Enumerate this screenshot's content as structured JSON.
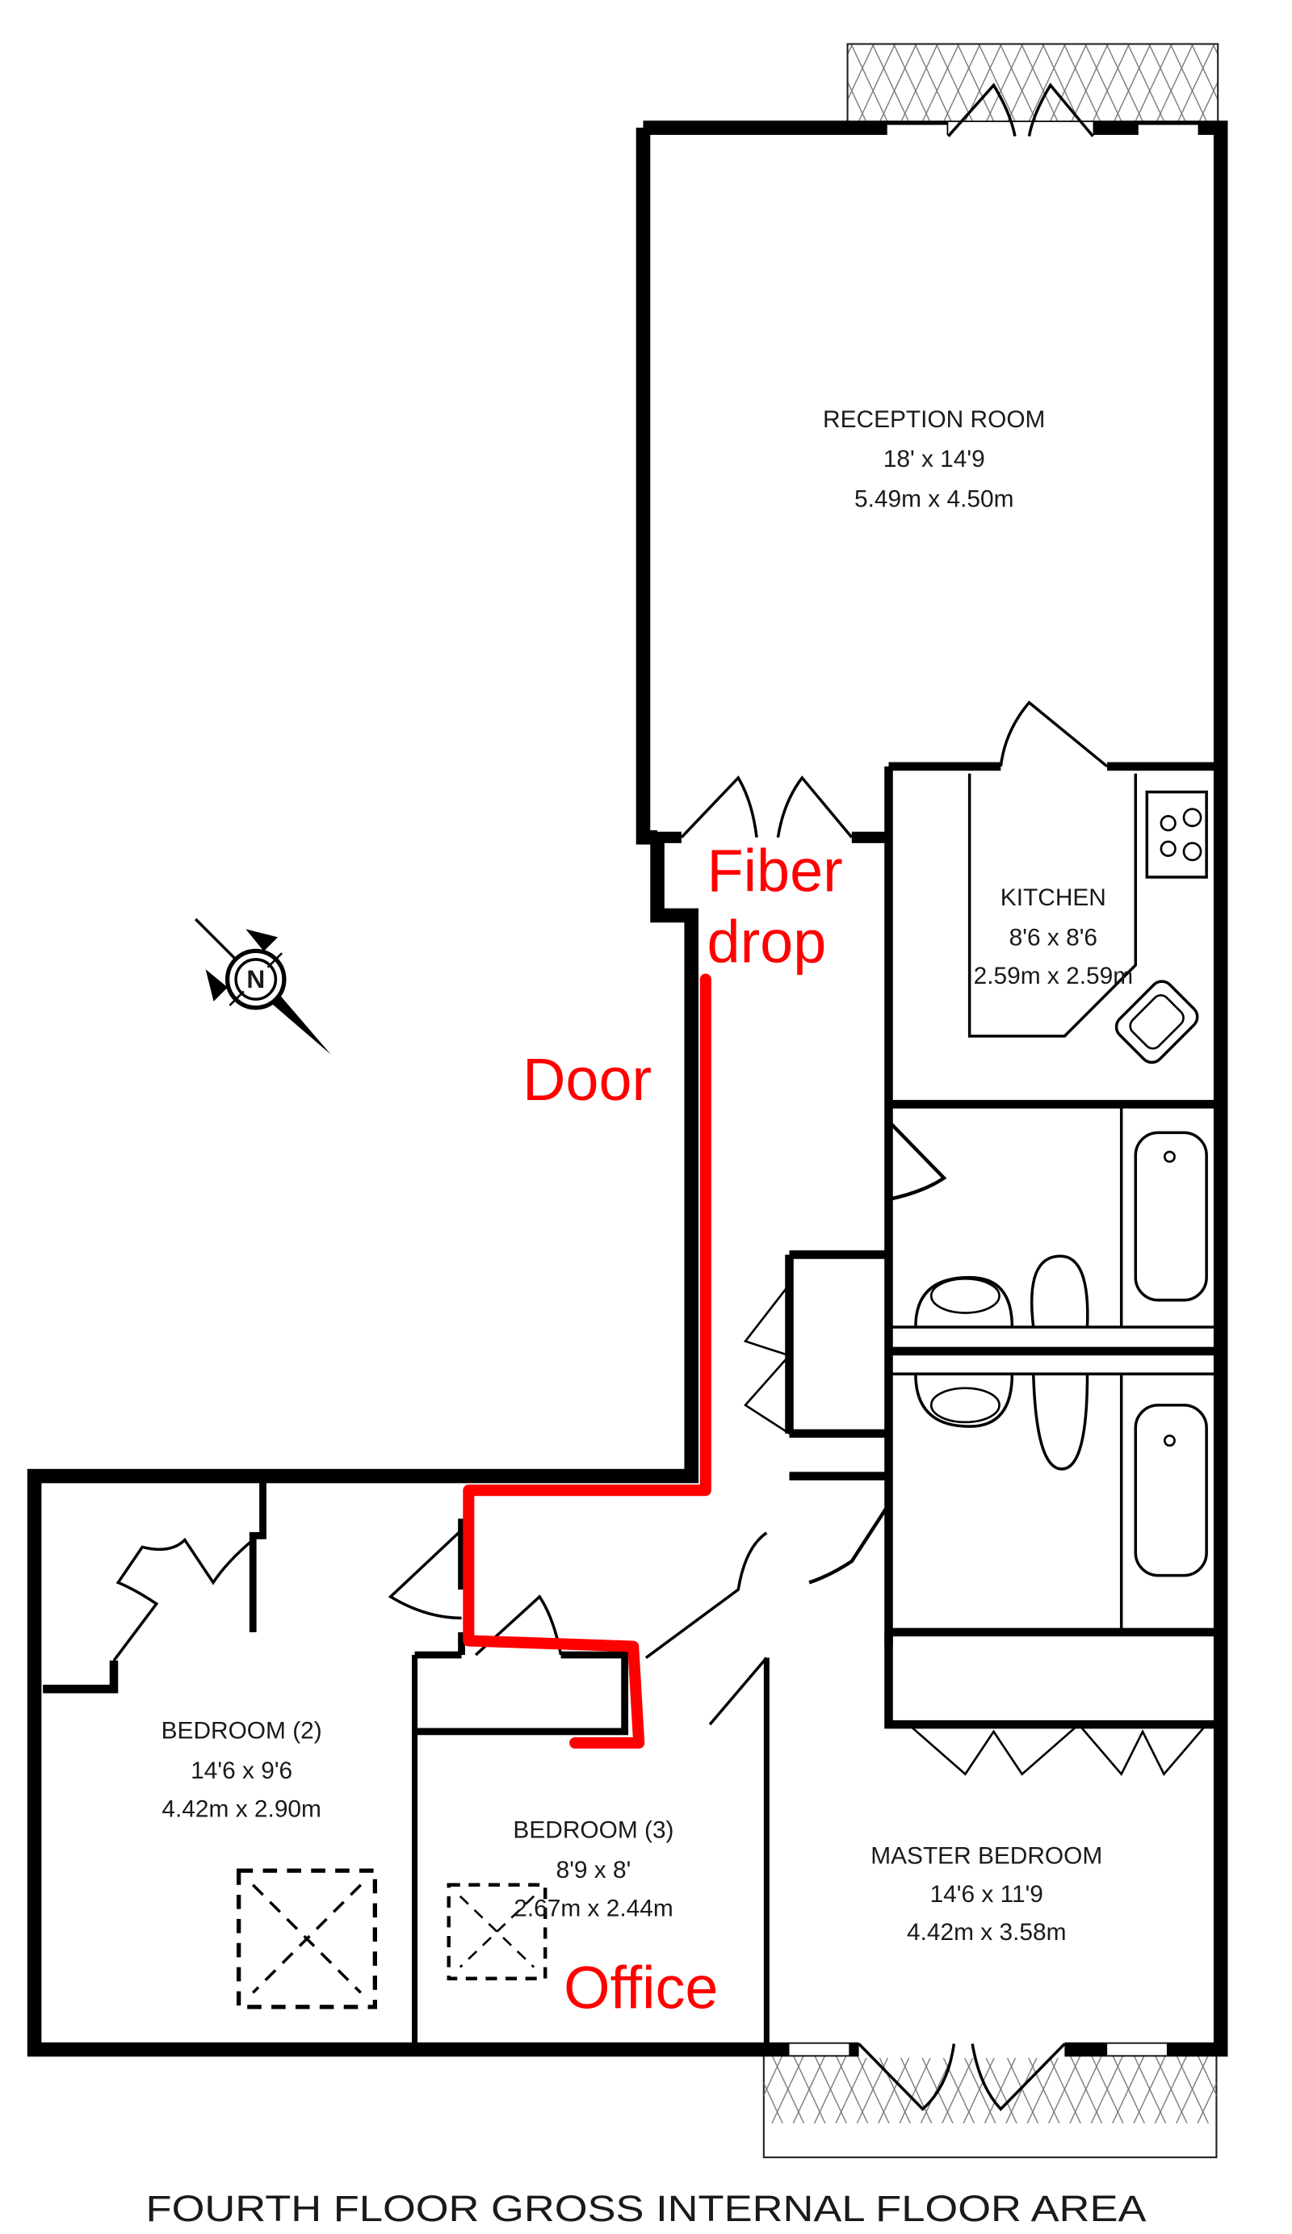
{
  "plan": {
    "title": "FOURTH FLOOR GROSS INTERNAL FLOOR AREA",
    "compass_label": "N",
    "rooms": [
      {
        "id": "reception",
        "name": "RECEPTION ROOM",
        "imperial": "18' x 14'9",
        "metric": "5.49m x 4.50m"
      },
      {
        "id": "kitchen",
        "name": "KITCHEN",
        "imperial": "8'6 x 8'6",
        "metric": "2.59m x 2.59m"
      },
      {
        "id": "bedroom2",
        "name": "BEDROOM (2)",
        "imperial": "14'6 x 9'6",
        "metric": "4.42m x 2.90m"
      },
      {
        "id": "bedroom3",
        "name": "BEDROOM (3)",
        "imperial": "8'9 x 8'",
        "metric": "2.67m x 2.44m"
      },
      {
        "id": "master",
        "name": "MASTER BEDROOM",
        "imperial": "14'6 x 11'9",
        "metric": "4.42m x 3.58m"
      }
    ]
  },
  "annotations": {
    "fiber_drop_line1": "Fiber",
    "fiber_drop_line2": "drop",
    "door": "Door",
    "office": "Office",
    "color": "#ff0000"
  }
}
